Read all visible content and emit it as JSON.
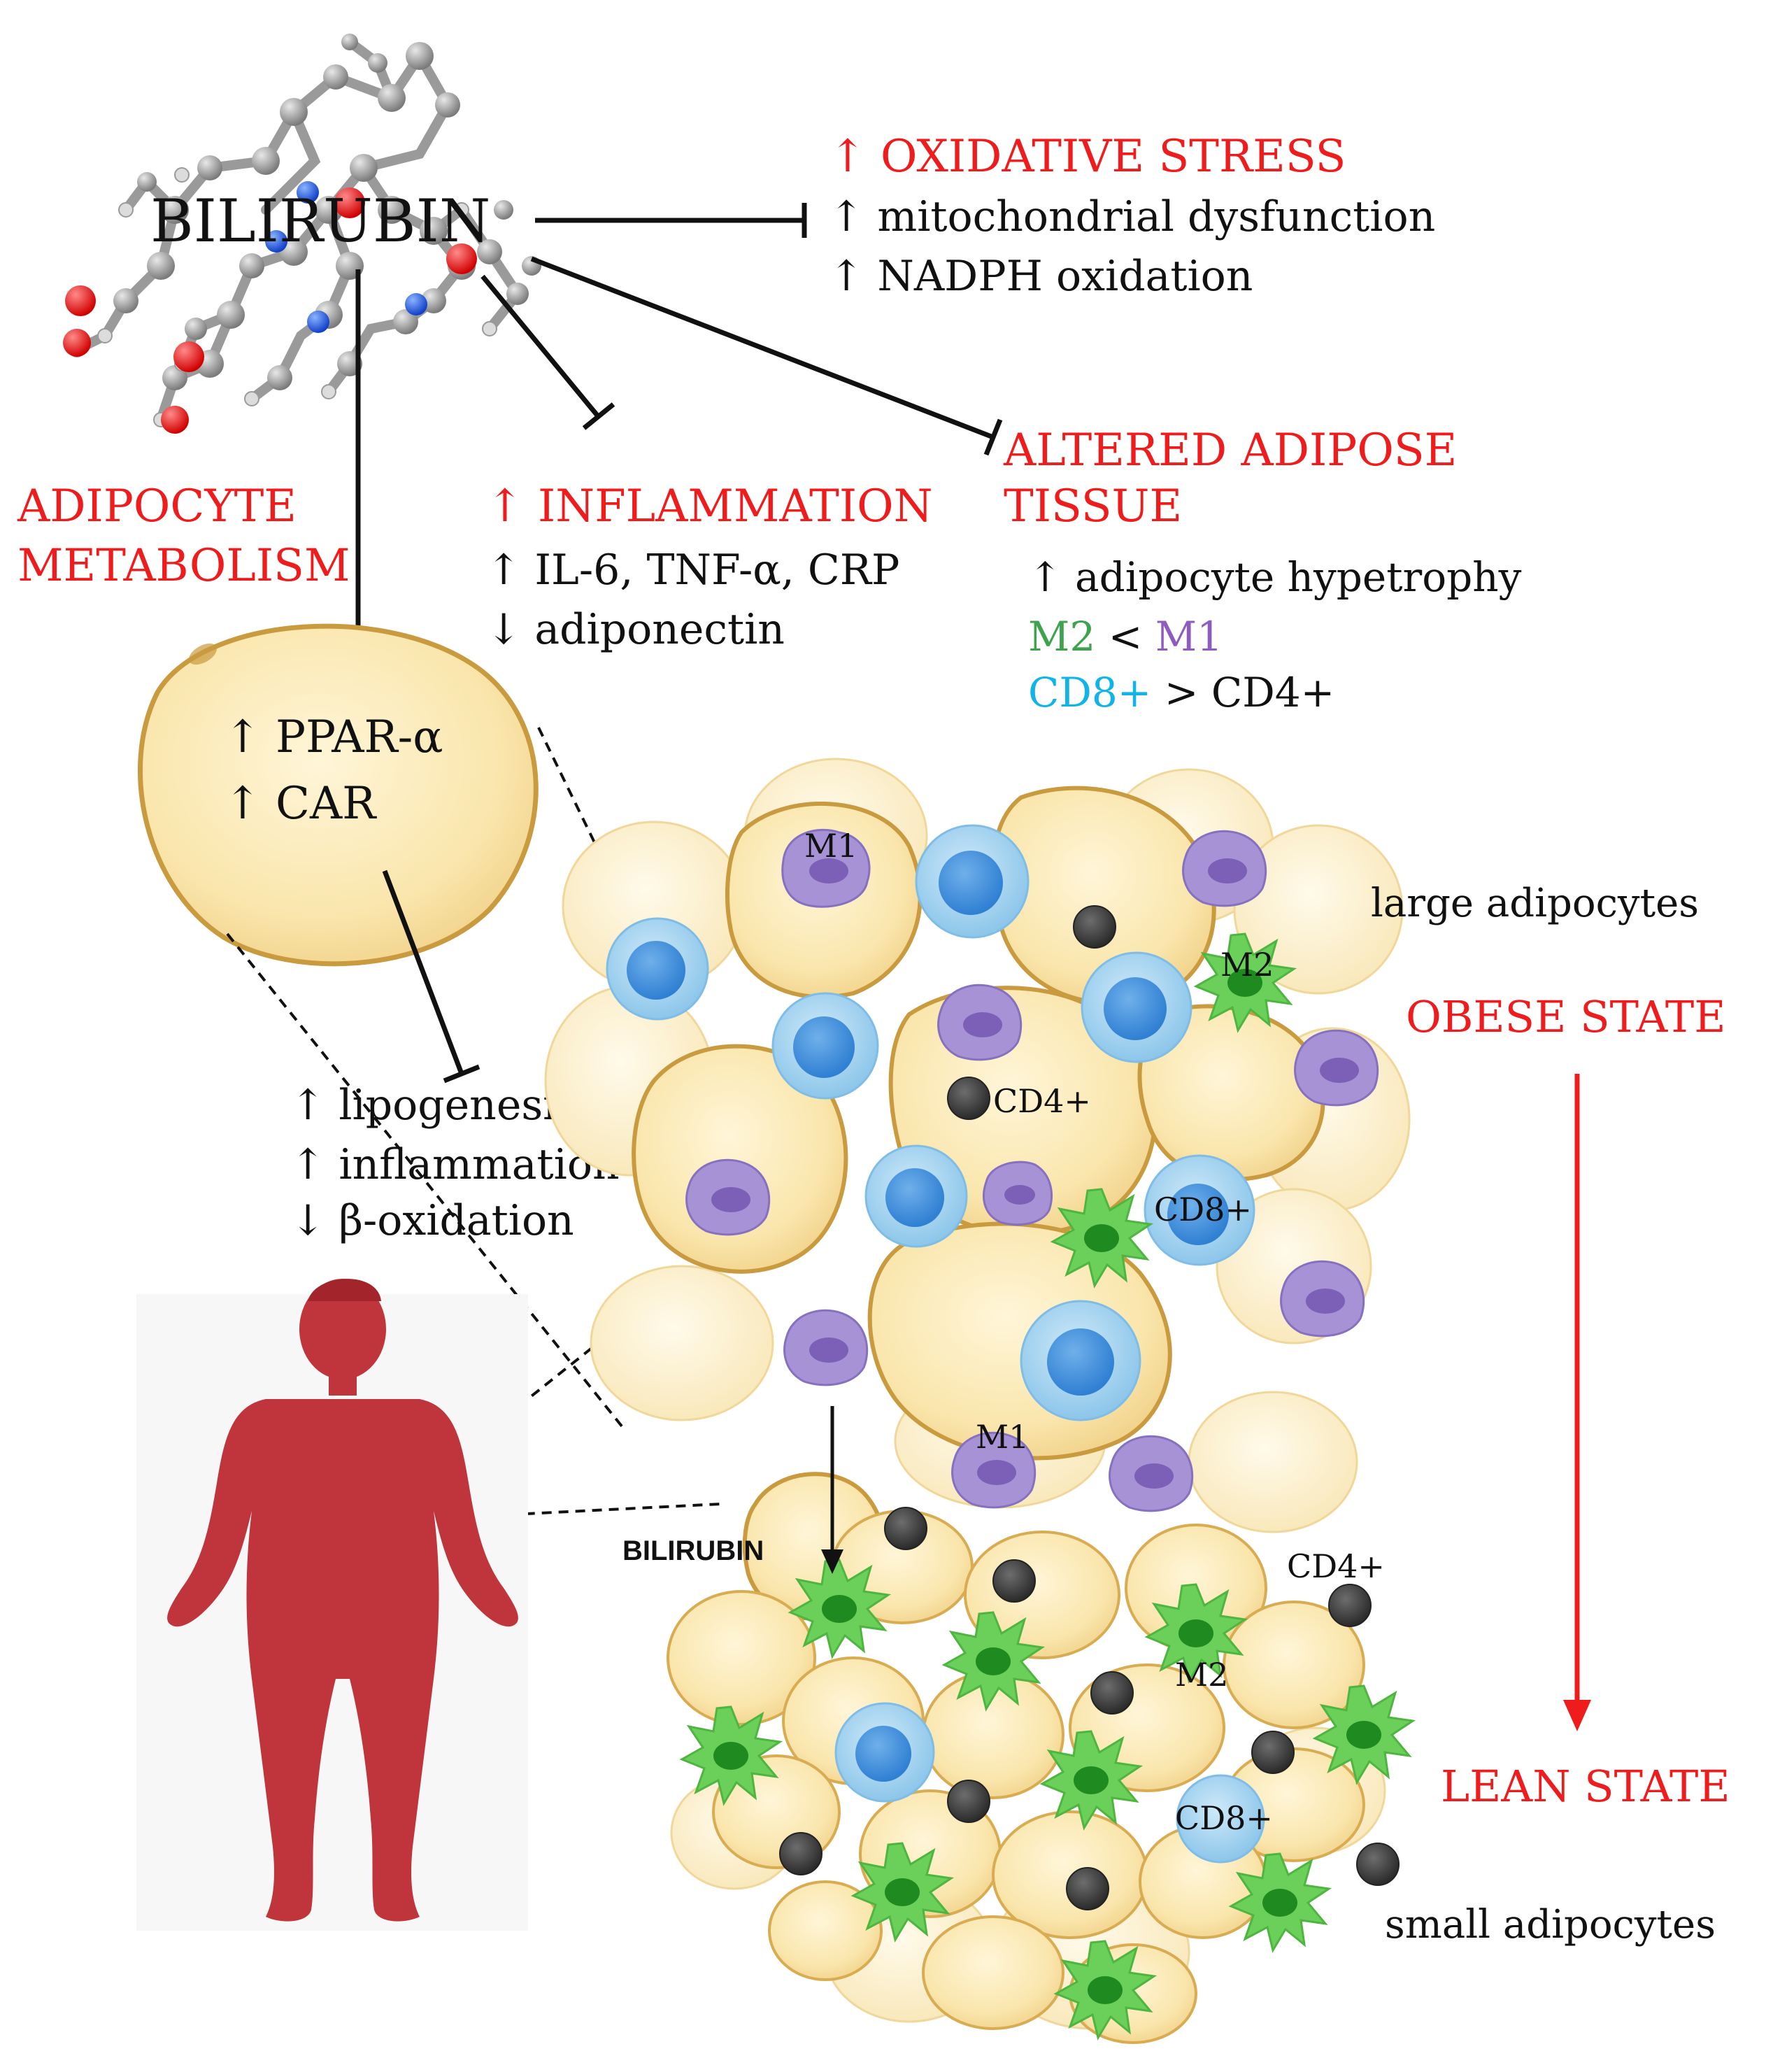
{
  "colors": {
    "red": "#ee1c1c",
    "green": "#3fa34d",
    "purple": "#8e5bbf",
    "cyan": "#10b4e8",
    "adipocyte_fill": "#f9e4a8",
    "adipocyte_border": "#d6a84a",
    "m1_purple": "#a38fd0",
    "m2_green": "#5ec94e",
    "cd8_blue": "#9fd1ef",
    "cd4_dark": "#3a3a3a",
    "body_red": "#c0353b"
  },
  "molecule": {
    "label": "BILIRUBIN"
  },
  "oxidative": {
    "title": "↑ OXIDATIVE STRESS",
    "lines": [
      "↑ mitochondrial dysfunction",
      "↑ NADPH oxidation"
    ]
  },
  "inflammation": {
    "title": "↑ INFLAMMATION",
    "lines": [
      "↑ IL-6, TNF-α, CRP",
      "↓ adiponectin"
    ]
  },
  "adipose": {
    "title_line1": "ALTERED ADIPOSE",
    "title_line2": "TISSUE",
    "line1": "↑ adipocyte hypetrophy",
    "m2": "M2",
    "lt": " < ",
    "m1": "M1",
    "cd8": "CD8+",
    "gt": " > CD4+"
  },
  "metabolism": {
    "title_line1": "ADIPOCYTE",
    "title_line2": "METABOLISM",
    "cell_lines": [
      "↑ PPAR-α",
      "↑ CAR"
    ],
    "effects": [
      "↑ lipogenesis",
      "↑ inflammation",
      "↓ β-oxidation"
    ]
  },
  "tissue": {
    "large_label": "large adipocytes",
    "small_label": "small adipocytes",
    "obese_label": "OBESE STATE",
    "lean_label": "LEAN STATE",
    "bilirubin_label": "BILIRUBIN",
    "cell_labels": {
      "m1_top": "M1",
      "m2_top": "M2",
      "cd4_mid": "CD4+",
      "cd8_mid": "CD8+",
      "m1_bottom": "M1",
      "cd4_low": "CD4+",
      "m2_low": "M2",
      "cd8_low": "CD8+"
    }
  }
}
